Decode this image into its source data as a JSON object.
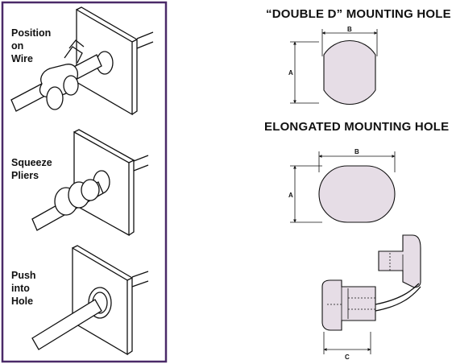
{
  "instructions": {
    "step1": [
      "Position",
      "on",
      "Wire"
    ],
    "step2": [
      "Squeeze",
      "Pliers"
    ],
    "step3": [
      "Push",
      "into",
      "Hole"
    ]
  },
  "double_d": {
    "title": "“DOUBLE D” MOUNTING HOLE",
    "dim_b": "B",
    "dim_a": "A"
  },
  "elongated": {
    "title": "ELONGATED MOUNTING HOLE",
    "dim_b": "B",
    "dim_a": "A"
  },
  "bushing": {
    "dim_c": "C"
  },
  "colors": {
    "frame": "#4a2a68",
    "part_fill": "#e6dde6",
    "line": "#111111"
  }
}
